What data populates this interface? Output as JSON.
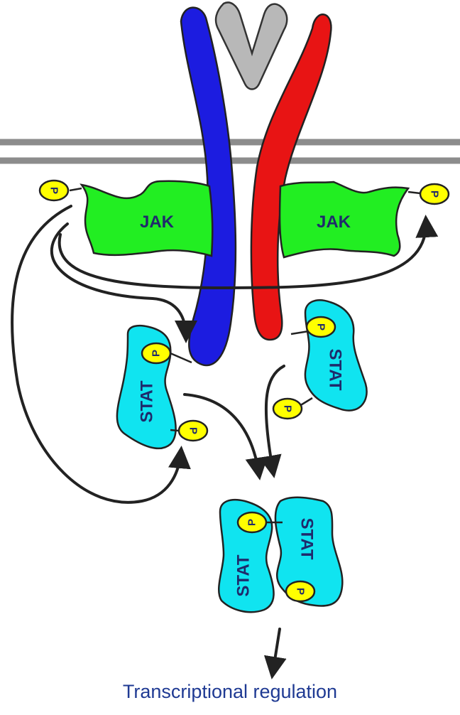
{
  "labels": {
    "jak_left": "JAK",
    "jak_right": "JAK",
    "stat": "STAT",
    "phospho": "P"
  },
  "caption": "Transcriptional regulation",
  "colors": {
    "receptor_left": "#1c1ce0",
    "receptor_right": "#e81414",
    "ligand": "#b8b8b8",
    "membrane": "#8c8c8c",
    "jak": "#22ee22",
    "stat": "#10e4f0",
    "phosphate": "#ffff00",
    "arrow": "#222222",
    "label_text": "#1f2a6b",
    "caption_text": "#1f3a93"
  }
}
